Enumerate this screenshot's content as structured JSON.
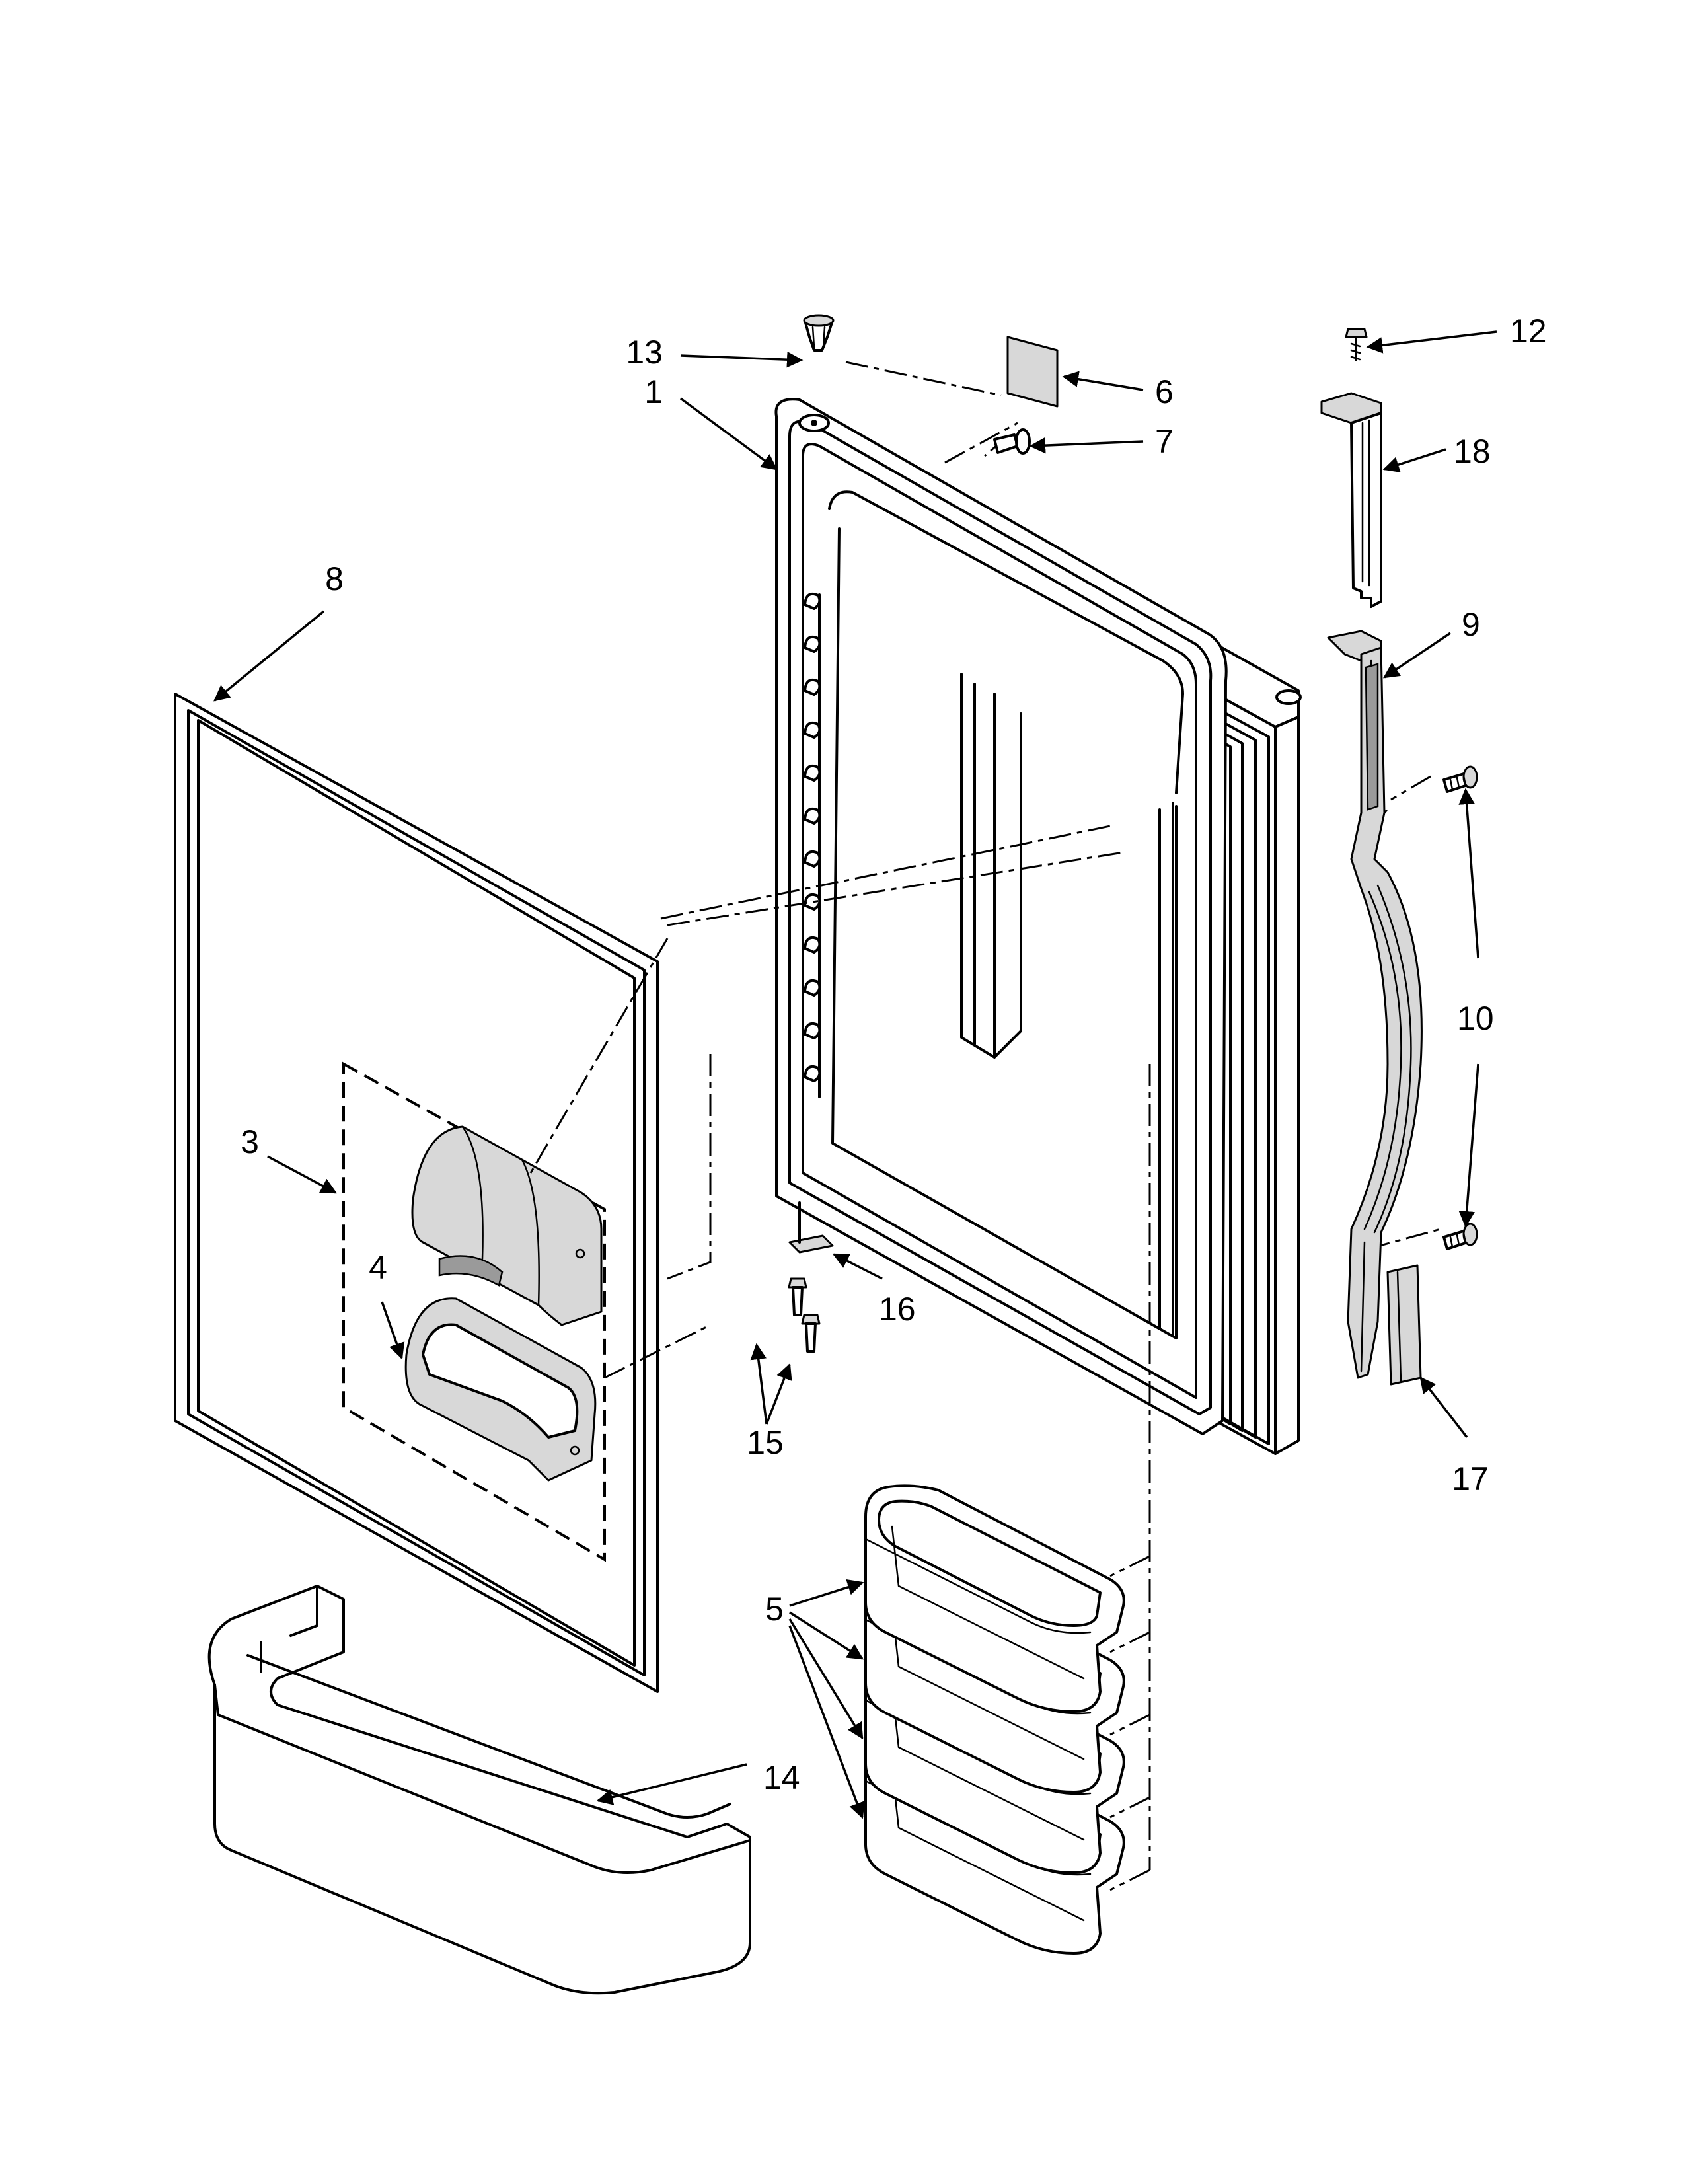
{
  "diagram": {
    "callouts": [
      {
        "id": "c1",
        "label": "1"
      },
      {
        "id": "c3",
        "label": "3"
      },
      {
        "id": "c4",
        "label": "4"
      },
      {
        "id": "c5",
        "label": "5"
      },
      {
        "id": "c6",
        "label": "6"
      },
      {
        "id": "c7",
        "label": "7"
      },
      {
        "id": "c8",
        "label": "8"
      },
      {
        "id": "c9",
        "label": "9"
      },
      {
        "id": "c10",
        "label": "10"
      },
      {
        "id": "c12",
        "label": "12"
      },
      {
        "id": "c13",
        "label": "13"
      },
      {
        "id": "c14",
        "label": "14"
      },
      {
        "id": "c15",
        "label": "15"
      },
      {
        "id": "c16",
        "label": "16"
      },
      {
        "id": "c17",
        "label": "17"
      },
      {
        "id": "c18",
        "label": "18"
      }
    ],
    "colors": {
      "line": "#000000",
      "fill": "#ffffff",
      "shade": "#d8d8d8"
    }
  }
}
